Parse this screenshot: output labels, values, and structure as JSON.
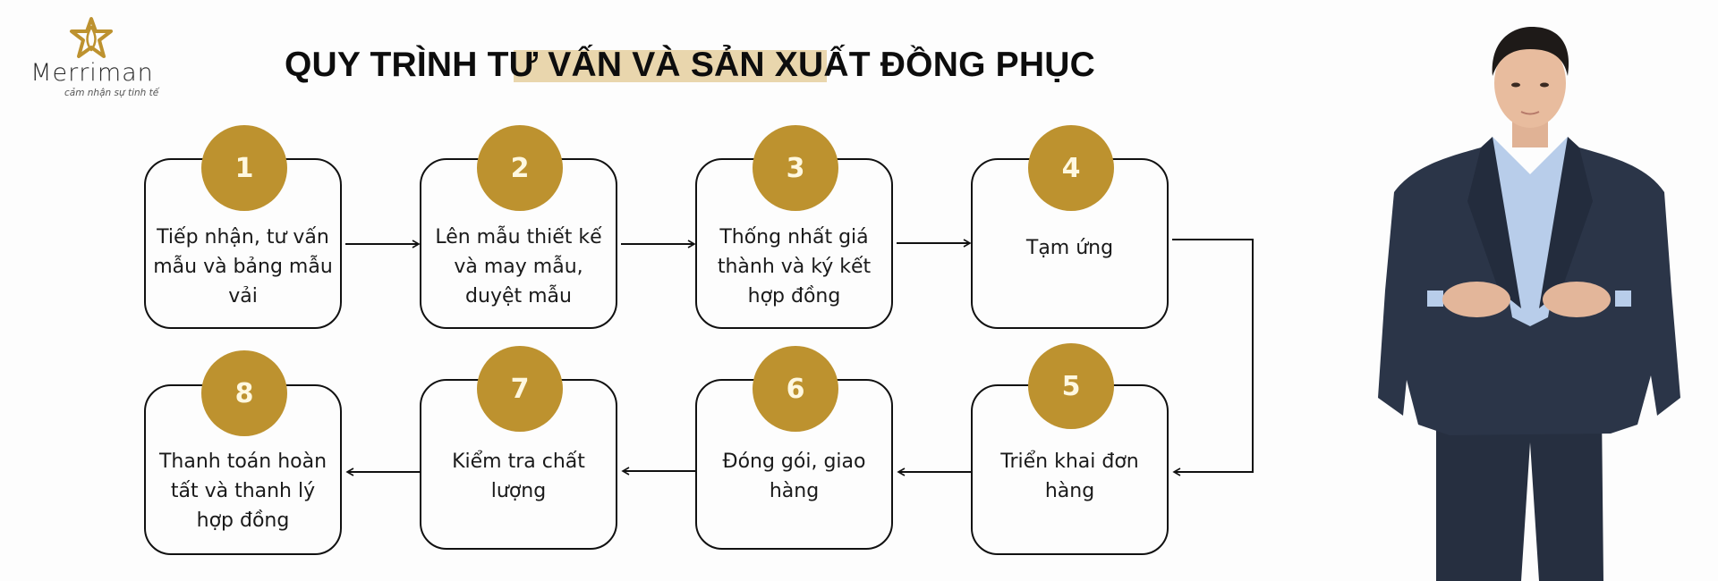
{
  "logo": {
    "brand": "Merriman",
    "tagline": "cảm nhận sự tinh tế",
    "icon": "star-knot-icon",
    "color": "#bd922f"
  },
  "title": "QUY TRÌNH TƯ VẤN VÀ SẢN XUẤT ĐỒNG PHỤC",
  "colors": {
    "accent": "#bd922f",
    "highlight": "#e9d6ad",
    "box_border": "#111111",
    "background": "#fdfdfd"
  },
  "steps": [
    {
      "number": "1",
      "label": "Tiếp nhận, tư vấn mẫu và bảng mẫu vải"
    },
    {
      "number": "2",
      "label": "Lên mẫu thiết kế và may mẫu, duyệt mẫu"
    },
    {
      "number": "3",
      "label": "Thống nhất giá thành và ký kết hợp đồng"
    },
    {
      "number": "4",
      "label": "Tạm ứng"
    },
    {
      "number": "5",
      "label": "Triển khai đơn hàng"
    },
    {
      "number": "6",
      "label": "Đóng gói, giao hàng"
    },
    {
      "number": "7",
      "label": "Kiểm tra chất lượng"
    },
    {
      "number": "8",
      "label": "Thanh toán hoàn tất và thanh lý hợp đồng"
    }
  ],
  "image": {
    "subject": "man-in-navy-suit-photo"
  }
}
